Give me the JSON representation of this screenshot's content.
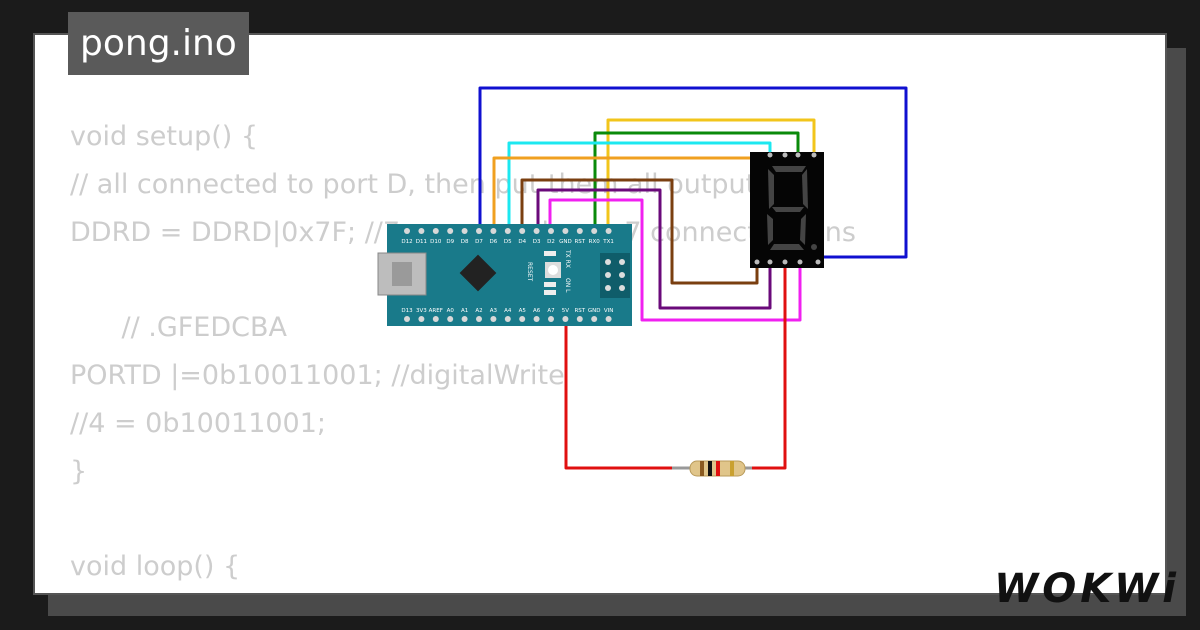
{
  "title": "pong.ino",
  "code_lines": [
    "void setup() {",
    "// all connected to port D, then put them all output",
    "DDRD = DDRD|0x7F; //7 means only my 7 connected pins",
    "",
    "      // .GFEDCBA",
    "PORTD |=0b10011001; //digitalWrite",
    "//4 = 0b10011001;",
    "}",
    "",
    "void loop() {"
  ],
  "board": {
    "top_pins": [
      "D12",
      "D11",
      "D10",
      "D9",
      "D8",
      "D7",
      "D6",
      "D5",
      "D4",
      "D3",
      "D2",
      "GND",
      "RST",
      "RX0",
      "TX1"
    ],
    "bottom_pins": [
      "D13",
      "3V3",
      "AREF",
      "A0",
      "A1",
      "A2",
      "A3",
      "A4",
      "A5",
      "A6",
      "A7",
      "5V",
      "RST",
      "GND",
      "VIN"
    ],
    "side_labels": [
      "TX RX",
      "ON L"
    ],
    "reset_label": "RESET"
  },
  "logo": "WOKWi",
  "colors": {
    "board": "#197a8a",
    "wire_blue": "#1010d0",
    "wire_yellow": "#f2c51b",
    "wire_green": "#0a8a0a",
    "wire_cyan": "#1ce8f0",
    "wire_orange": "#f0a020",
    "wire_brown": "#7a3f10",
    "wire_purple": "#6a0a7a",
    "wire_magenta": "#f020f0",
    "wire_red": "#e01010"
  }
}
